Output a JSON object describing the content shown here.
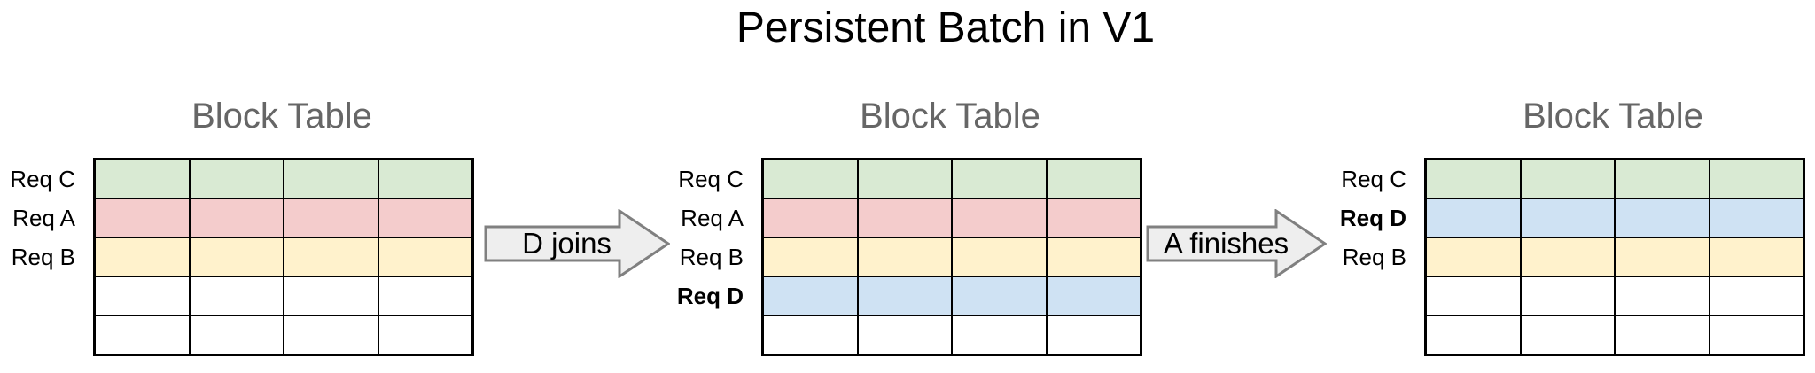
{
  "title": "Persistent Batch in V1",
  "tables": [
    {
      "title": "Block Table",
      "columns": 4,
      "rows": [
        {
          "label": "Req C",
          "bold": false,
          "color": "#d9ead3"
        },
        {
          "label": "Req A",
          "bold": false,
          "color": "#f4cccc"
        },
        {
          "label": "Req B",
          "bold": false,
          "color": "#fff2cc"
        },
        {
          "label": "",
          "bold": false,
          "color": "#ffffff"
        },
        {
          "label": "",
          "bold": false,
          "color": "#ffffff"
        }
      ]
    },
    {
      "title": "Block Table",
      "columns": 4,
      "rows": [
        {
          "label": "Req C",
          "bold": false,
          "color": "#d9ead3"
        },
        {
          "label": "Req A",
          "bold": false,
          "color": "#f4cccc"
        },
        {
          "label": "Req B",
          "bold": false,
          "color": "#fff2cc"
        },
        {
          "label": "Req D",
          "bold": true,
          "color": "#cfe2f3"
        },
        {
          "label": "",
          "bold": false,
          "color": "#ffffff"
        }
      ]
    },
    {
      "title": "Block Table",
      "columns": 4,
      "rows": [
        {
          "label": "Req C",
          "bold": false,
          "color": "#d9ead3"
        },
        {
          "label": "Req D",
          "bold": true,
          "color": "#cfe2f3"
        },
        {
          "label": "Req B",
          "bold": false,
          "color": "#fff2cc"
        },
        {
          "label": "",
          "bold": false,
          "color": "#ffffff"
        },
        {
          "label": "",
          "bold": false,
          "color": "#ffffff"
        }
      ]
    }
  ],
  "arrows": [
    {
      "label": "D joins"
    },
    {
      "label": "A finishes"
    }
  ],
  "colors": {
    "row_green": "#d9ead3",
    "row_red": "#f4cccc",
    "row_yellow": "#fff2cc",
    "row_blue": "#cfe2f3",
    "row_empty": "#ffffff",
    "grid_border": "#000000",
    "table_title_text": "#666666",
    "main_title_text": "#000000",
    "arrow_fill": "#eeeeee",
    "arrow_border": "#808080"
  }
}
